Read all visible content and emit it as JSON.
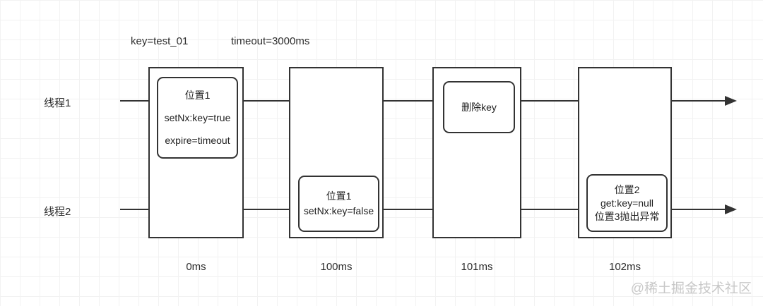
{
  "diagram": {
    "params": {
      "key": "key=test_01",
      "timeout": "timeout=3000ms"
    },
    "threads": [
      {
        "label": "线程1"
      },
      {
        "label": "线程2"
      }
    ],
    "steps": [
      {
        "time": "0ms",
        "note": {
          "thread": 1,
          "lines": [
            "位置1",
            "setNx:key=true",
            "expire=timeout"
          ]
        }
      },
      {
        "time": "100ms",
        "note": {
          "thread": 2,
          "lines": [
            "位置1",
            "setNx:key=false"
          ]
        }
      },
      {
        "time": "101ms",
        "note": {
          "thread": 1,
          "lines": [
            "删除key"
          ]
        }
      },
      {
        "time": "102ms",
        "note": {
          "thread": 2,
          "lines": [
            "位置2",
            "get:key=null",
            "位置3抛出异常"
          ]
        }
      }
    ],
    "watermark": "@稀土掘金技术社区"
  },
  "colors": {
    "stroke": "#333333",
    "grid": "#f2f2f2",
    "text": "#2d2d2d",
    "watermark": "#c8c8c8",
    "background": "#ffffff"
  }
}
